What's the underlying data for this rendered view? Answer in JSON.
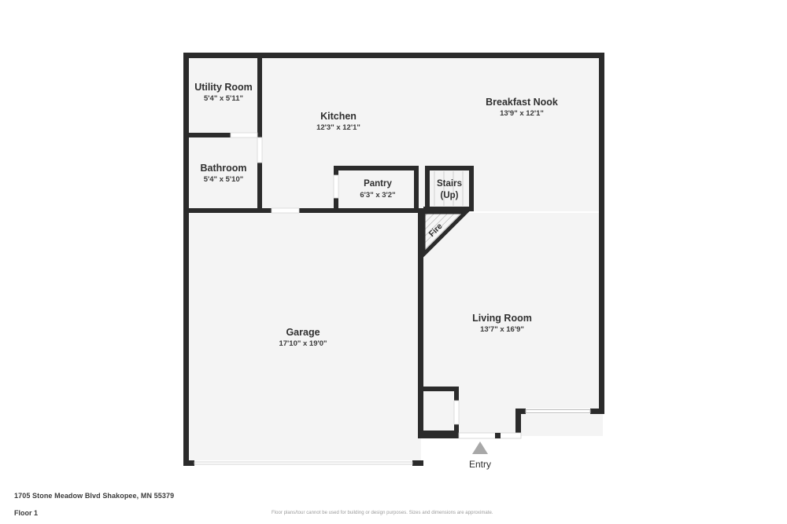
{
  "document": {
    "type": "floor-plan",
    "address": "1705 Stone Meadow Blvd Shakopee, MN 55379",
    "floor": "Floor 1",
    "disclaimer": "Floor plans/tour cannot be used for building or design purposes. Sizes and dimensions are approximate."
  },
  "colors": {
    "background": "#ffffff",
    "wall": "#2b2b2b",
    "room_fill": "#f4f4f4",
    "text": "#2f2f2f",
    "muted_text": "#9a9a9a",
    "entry_marker": "#a8a8a8",
    "hatch": "#8a8a8a"
  },
  "rooms": [
    {
      "id": "utility-room",
      "name": "Utility Room",
      "dimensions": "5'4\" x 5'11\""
    },
    {
      "id": "bathroom",
      "name": "Bathroom",
      "dimensions": "5'4\" x 5'10\""
    },
    {
      "id": "kitchen",
      "name": "Kitchen",
      "dimensions": "12'3\" x 12'1\""
    },
    {
      "id": "breakfast-nook",
      "name": "Breakfast Nook",
      "dimensions": "13'9\" x 12'1\""
    },
    {
      "id": "pantry",
      "name": "Pantry",
      "dimensions": "6'3\" x 3'2\""
    },
    {
      "id": "stairs",
      "name": "Stairs",
      "dimensions": "(Up)"
    },
    {
      "id": "garage",
      "name": "Garage",
      "dimensions": "17'10\" x 19'0\""
    },
    {
      "id": "living-room",
      "name": "Living Room",
      "dimensions": "13'7\" x 16'9\""
    }
  ],
  "features": {
    "fireplace_label": "Fire",
    "entry_label": "Entry"
  }
}
